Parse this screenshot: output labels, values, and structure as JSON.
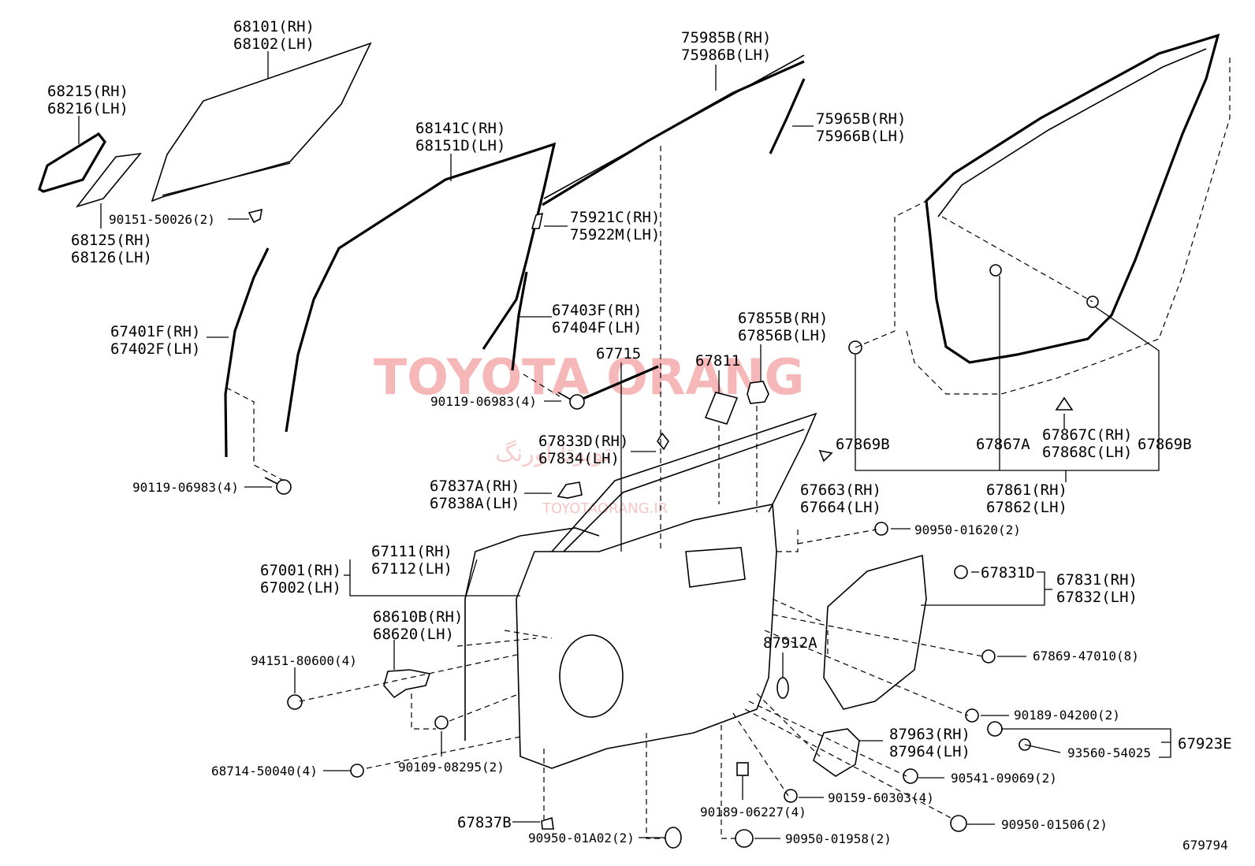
{
  "diagram_id": "679794",
  "watermark": {
    "main": "TOYOTA ORANG",
    "persian": "تویوتا اورنگ",
    "url": "TOYOTAORANG.IR"
  },
  "labels": {
    "l68101": "68101(RH)",
    "l68102": "68102(LH)",
    "l68215": "68215(RH)",
    "l68216": "68216(LH)",
    "l90151": "90151-50026(2)",
    "l68125": "68125(RH)",
    "l68126": "68126(LH)",
    "l68141": "68141C(RH)",
    "l68151": "68151D(LH)",
    "l75985": "75985B(RH)",
    "l75986": "75986B(LH)",
    "l75965": "75965B(RH)",
    "l75966": "75966B(LH)",
    "l75921": "75921C(RH)",
    "l75922": "75922M(LH)",
    "l67401": "67401F(RH)",
    "l67402": "67402F(LH)",
    "l67403": "67403F(RH)",
    "l67404": "67404F(LH)",
    "l67715": "67715",
    "l67811": "67811",
    "l67855": "67855B(RH)",
    "l67856": "67856B(LH)",
    "l90119a": "90119-06983(4)",
    "l90119b": "90119-06983(4)",
    "l67833": "67833D(RH)",
    "l67834": "67834(LH)",
    "l67837a": "67837A(RH)",
    "l67838a": "67838A(LH)",
    "l67869b1": "67869B",
    "l67867a": "67867A",
    "l67867c": "67867C(RH)",
    "l67868c": "67868C(LH)",
    "l67869b2": "67869B",
    "l67663": "67663(RH)",
    "l67664": "67664(LH)",
    "l67861": "67861(RH)",
    "l67862": "67862(LH)",
    "l90950_01620": "90950-01620(2)",
    "l67111": "67111(RH)",
    "l67112": "67112(LH)",
    "l67001": "67001(RH)",
    "l67002": "67002(LH)",
    "l67831d": "67831D",
    "l67831": "67831(RH)",
    "l67832": "67832(LH)",
    "l68610": "68610B(RH)",
    "l68620": "68620(LH)",
    "l94151": "94151-80600(4)",
    "l87912": "87912A",
    "l67869_47010": "67869-47010(8)",
    "l90189_04200": "90189-04200(2)",
    "l87963": "87963(RH)",
    "l87964": "87964(LH)",
    "l67923": "67923E",
    "l93560": "93560-54025",
    "l68714": "68714-50040(4)",
    "l90109": "90109-08295(2)",
    "l90541": "90541-09069(2)",
    "l90159": "90159-60303(4)",
    "l90189_06227": "90189-06227(4)",
    "l67837b": "67837B",
    "l90950_01a02": "90950-01A02(2)",
    "l90950_01958": "90950-01958(2)",
    "l90950_01506": "90950-01506(2)"
  }
}
